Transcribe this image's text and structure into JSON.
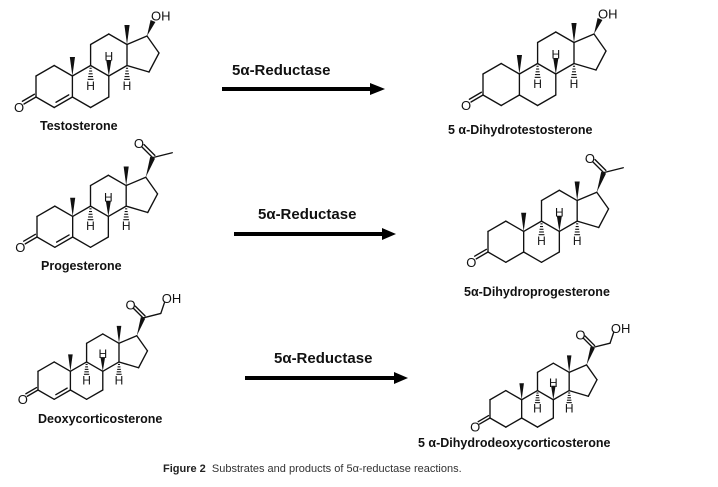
{
  "figure": {
    "caption_label": "Figure 2",
    "caption_text": "Substrates and products of 5α-reductase reactions."
  },
  "atom_labels": {
    "oxygen": "O",
    "hydroxyl": "OH",
    "hydrogen": "H"
  },
  "reactions": [
    {
      "enzyme_label": "5α-Reductase",
      "substrate": {
        "name": "Testosterone",
        "ring_a": "4-en-3-one",
        "side_chain": "17β-hydroxyl"
      },
      "product": {
        "name": "5 α-Dihydrotestosterone",
        "ring_a": "3-one",
        "side_chain": "17β-hydroxyl"
      }
    },
    {
      "enzyme_label": "5α-Reductase",
      "substrate": {
        "name": "Progesterone",
        "ring_a": "4-en-3-one",
        "side_chain": "acetyl"
      },
      "product": {
        "name": "5α-Dihydroprogesterone",
        "ring_a": "3-one",
        "side_chain": "acetyl"
      }
    },
    {
      "enzyme_label": "5α-Reductase",
      "substrate": {
        "name": "Deoxycorticosterone",
        "ring_a": "4-en-3-one",
        "side_chain": "hydroxyacetyl"
      },
      "product": {
        "name": "5 α-Dihydrodeoxycorticosterone",
        "ring_a": "3-one",
        "side_chain": "hydroxyacetyl"
      }
    }
  ]
}
